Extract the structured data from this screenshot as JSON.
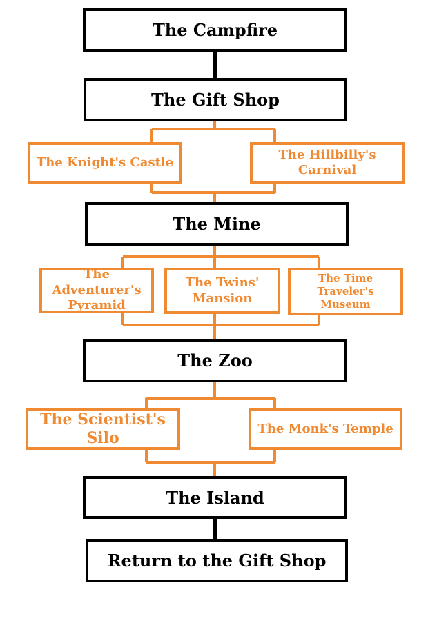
{
  "colors": {
    "main": "#000000",
    "branch": "#f08a32"
  },
  "stages": [
    {
      "label": "The Campfire"
    },
    {
      "label": "The Gift Shop"
    },
    {
      "branches": [
        "The Knight's Castle",
        "The Hillbilly's Carnival"
      ]
    },
    {
      "label": "The Mine"
    },
    {
      "branches": [
        "The Adventurer's Pyramid",
        "The Twins' Mansion",
        "The Time Traveler's Museum"
      ]
    },
    {
      "label": "The Zoo"
    },
    {
      "branches": [
        "The Scientist's Silo",
        "The Monk's Temple"
      ]
    },
    {
      "label": "The Island"
    },
    {
      "label": "Return to the Gift Shop"
    }
  ]
}
